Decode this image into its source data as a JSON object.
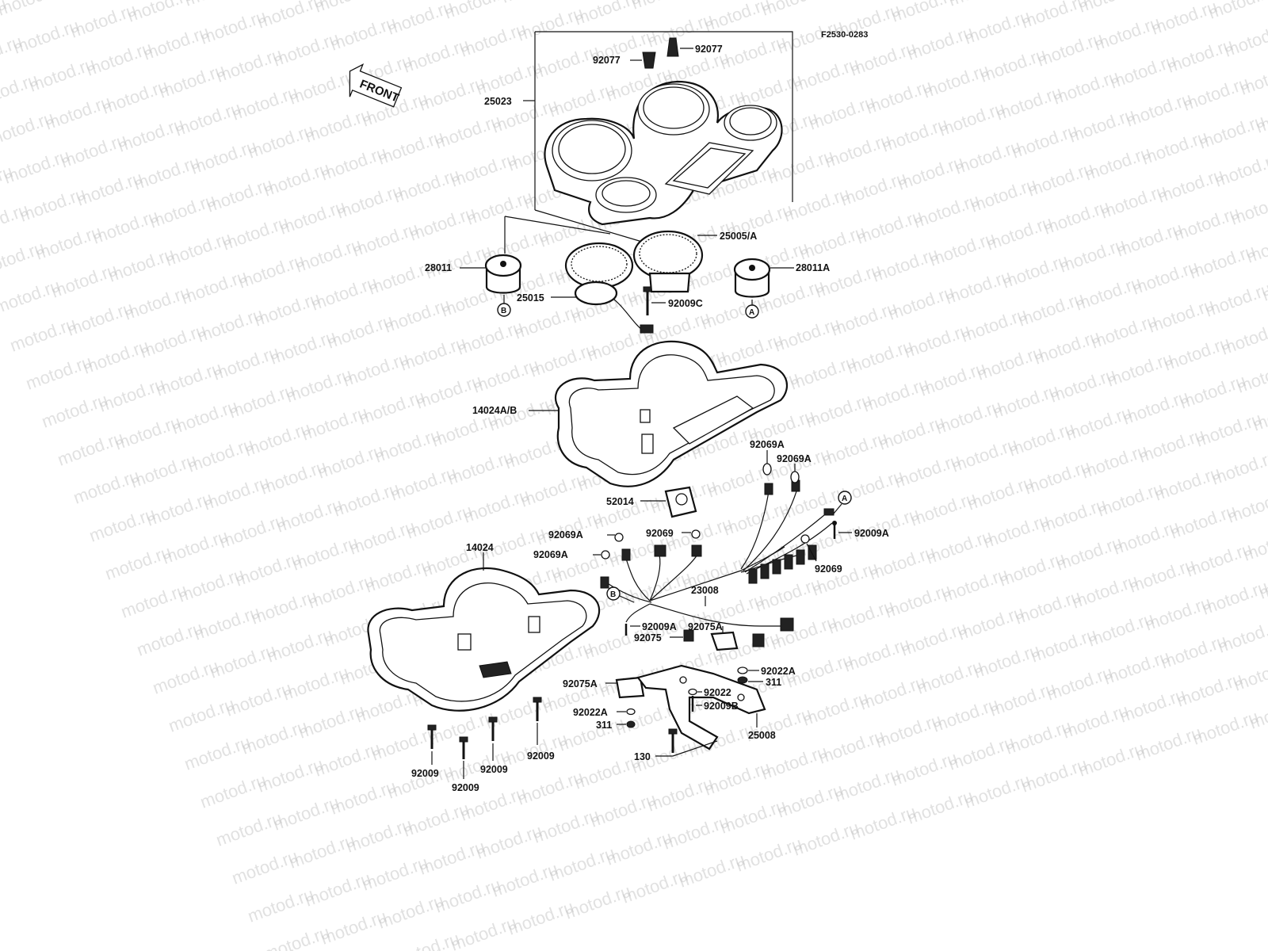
{
  "figure_code": "F2530-0283",
  "front_label": "FRONT",
  "watermark": "motod.ru",
  "parts": {
    "p92077_left": "92077",
    "p92077_right": "92077",
    "p25023": "25023",
    "p25005A": "25005/A",
    "p28011": "28011",
    "p28011A": "28011A",
    "p25015": "25015",
    "p92009C": "92009C",
    "p14024AB": "14024A/B",
    "p92069A_1": "92069A",
    "p92069A_2": "92069A",
    "p52014": "52014",
    "p14024": "14024",
    "p92069A_3": "92069A",
    "p92069_1": "92069",
    "p92009A_1": "92009A",
    "p92069A_4": "92069A",
    "p92069_2": "92069",
    "p23008": "23008",
    "p92009A_2": "92009A",
    "p92075A_1": "92075A",
    "p92075": "92075",
    "p92022A_1": "92022A",
    "p311_1": "311",
    "p92075A_2": "92075A",
    "p92022": "92022",
    "p92009B": "92009B",
    "p92022A_2": "92022A",
    "p311_2": "311",
    "p25008": "25008",
    "p130": "130",
    "p92009_1": "92009",
    "p92009_2": "92009",
    "p92009_3": "92009",
    "p92009_4": "92009"
  },
  "markers": {
    "A_top": "A",
    "A_right": "A",
    "B_top": "B",
    "B_left": "B"
  }
}
